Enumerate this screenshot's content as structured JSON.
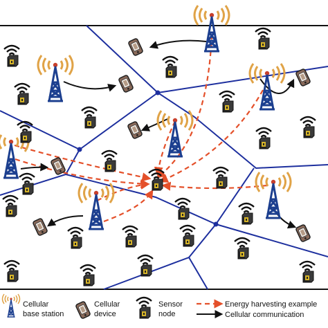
{
  "colors": {
    "cell_boundary": "#1d2f9e",
    "energy_link": "#e4502a",
    "comm_link": "#111111",
    "tower_body": "#1c3f8f",
    "tower_halo": "#e0a347",
    "sensor_box": "#222222",
    "sensor_label": "#d6b428",
    "device_body": "#8a6a5a",
    "frame": "#111111"
  },
  "legend": {
    "base_station_line1": "Cellular",
    "base_station_line2": "base station",
    "device_line1": "Cellular",
    "device_line2": "device",
    "sensor_line1": "Sensor",
    "sensor_line2": "node",
    "energy": "Energy harvesting example",
    "comm": "Cellular communication"
  },
  "icons": {
    "base_station": "cell-tower-icon",
    "device": "phone-icon",
    "sensor": "sensor-node-icon",
    "energy_arrow": "dashed-arrow-icon",
    "comm_arrow": "solid-arrow-icon"
  }
}
